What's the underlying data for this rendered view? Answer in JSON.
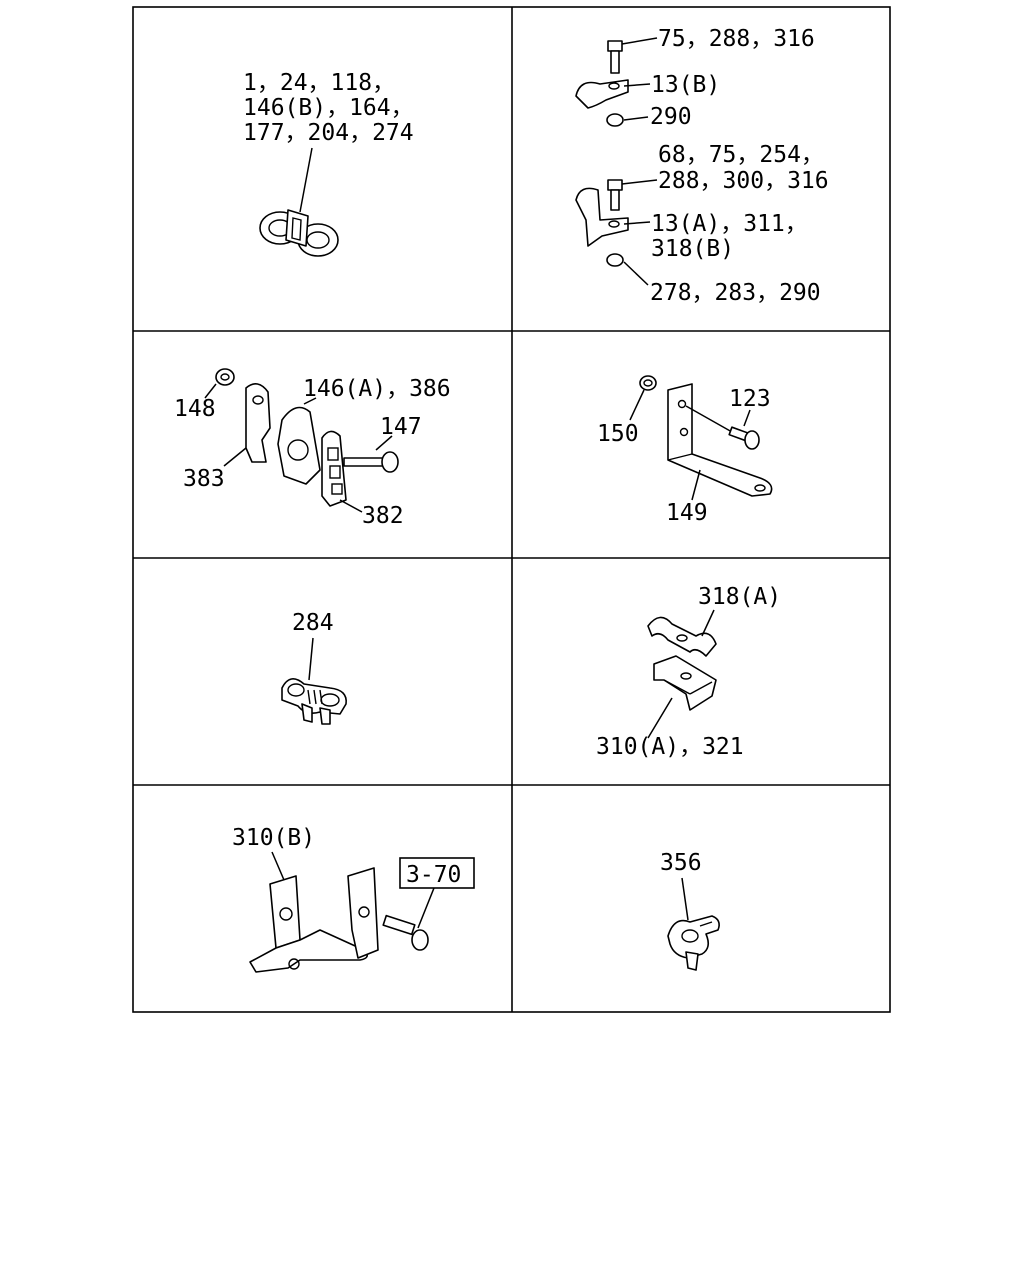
{
  "cells": [
    {
      "id": "clip-double",
      "labels": [
        "1，24，118，",
        "146(B)，164，",
        "177，204，274"
      ]
    },
    {
      "id": "clamp-bolt-nut",
      "labels": [
        "75，288，316",
        "13(B)",
        "290",
        "68，75，254，",
        "288，300，316",
        "13(A)，311，",
        "318(B)",
        "278，283，290"
      ]
    },
    {
      "id": "clamp-assembly",
      "labels": [
        "146(A)，386",
        "148",
        "147",
        "383",
        "382"
      ]
    },
    {
      "id": "bracket-l",
      "labels": [
        "150",
        "123",
        "149"
      ]
    },
    {
      "id": "clip-small",
      "labels": [
        "284"
      ]
    },
    {
      "id": "saddle-clamp",
      "labels": [
        "318(A)",
        "310(A)，321"
      ]
    },
    {
      "id": "bracket-z",
      "labels": [
        "310(B)",
        "3-70"
      ]
    },
    {
      "id": "clip-356",
      "labels": [
        "356"
      ]
    }
  ]
}
